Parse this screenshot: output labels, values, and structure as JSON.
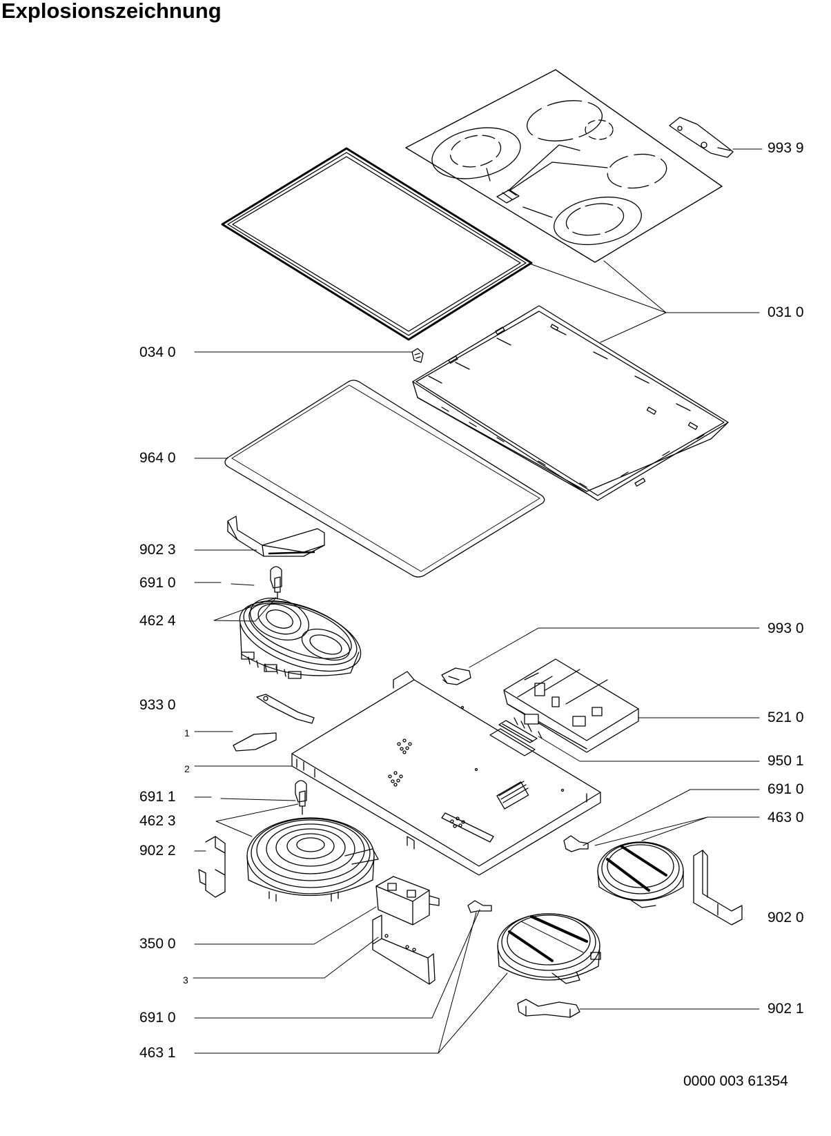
{
  "title": "Explosionszeichnung",
  "document_number": "0000 003 61354",
  "labels": {
    "l_9939": "993 9",
    "l_0310": "031 0",
    "l_0340": "034 0",
    "l_9640": "964 0",
    "l_9023": "902 3",
    "l_6910a": "691 0",
    "l_4624": "462 4",
    "l_9930": "993 0",
    "l_9330": "933 0",
    "l_5210": "521 0",
    "l_1": "1",
    "l_9501": "950 1",
    "l_2": "2",
    "l_6910b": "691 0",
    "l_6911": "691 1",
    "l_4630": "463 0",
    "l_4623": "462 3",
    "l_9022": "902 2",
    "l_9020": "902 0",
    "l_3500": "350 0",
    "l_3": "3",
    "l_9021": "902 1",
    "l_6910c": "691 0",
    "l_4631": "463 1"
  }
}
